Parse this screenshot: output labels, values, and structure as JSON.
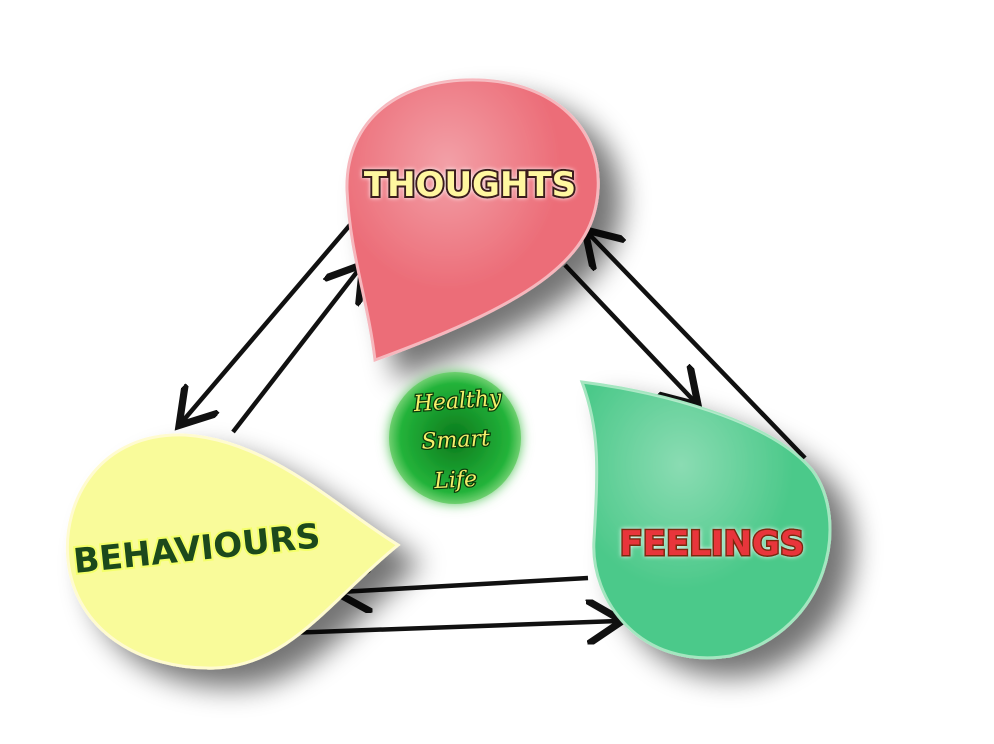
{
  "nodes": {
    "thoughts": {
      "label": "THOUGHTS",
      "fill": "#ec6d78",
      "text_color": "#fff7a0"
    },
    "feelings": {
      "label": "FEELINGS",
      "fill": "#4cc98a",
      "text_color": "#e8363a"
    },
    "behaviours": {
      "label": "BEHAVIOURS",
      "fill": "#f9fb9a",
      "text_color": "#1a4a1a"
    }
  },
  "center": {
    "lines": [
      "Healthy",
      "Smart",
      "Life"
    ],
    "fill": "#2fa83a",
    "text_color": "#f5ee6a"
  },
  "arrow_color": "#111111",
  "arrows": [
    {
      "from": "thoughts",
      "to": "behaviours"
    },
    {
      "from": "behaviours",
      "to": "thoughts"
    },
    {
      "from": "thoughts",
      "to": "feelings"
    },
    {
      "from": "feelings",
      "to": "thoughts"
    },
    {
      "from": "feelings",
      "to": "behaviours"
    },
    {
      "from": "behaviours",
      "to": "feelings"
    }
  ]
}
